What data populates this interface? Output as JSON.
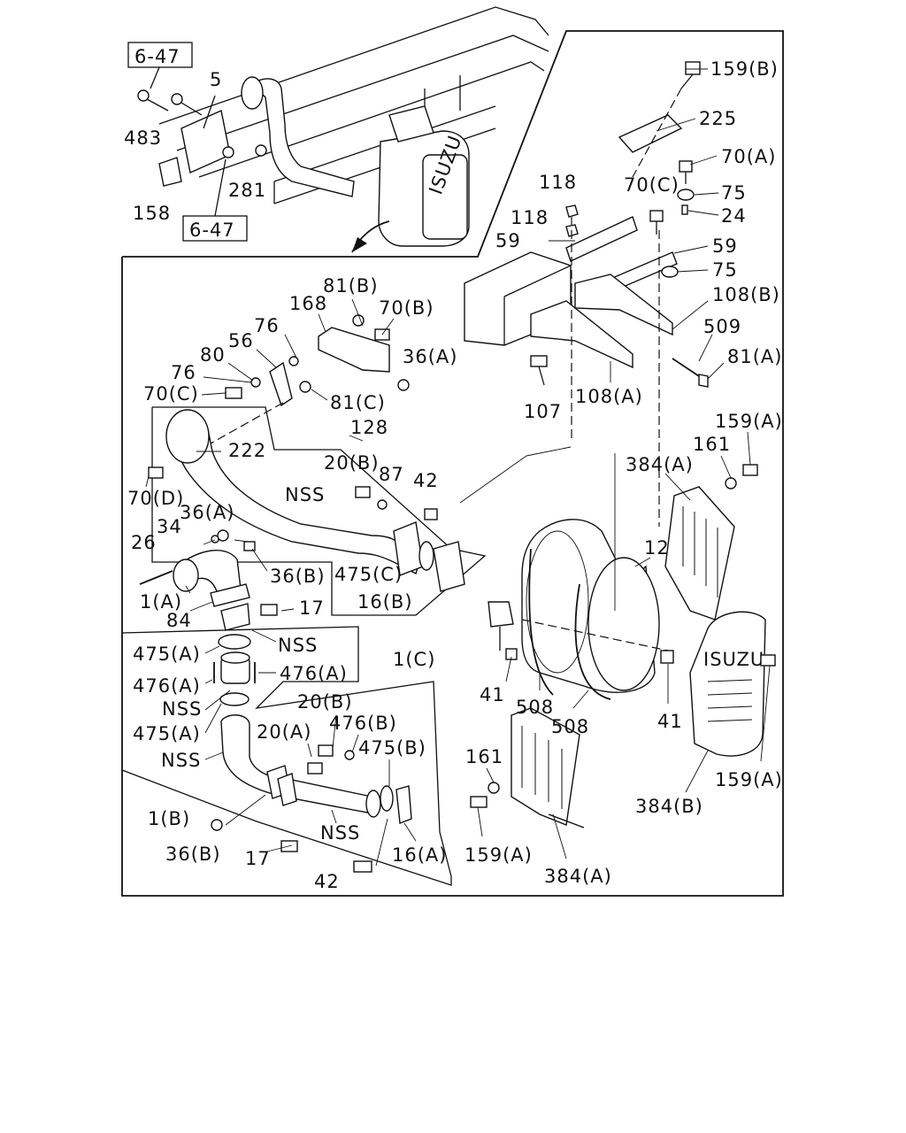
{
  "ref_boxes": [
    "6-47",
    "6-47"
  ],
  "callouts": {
    "p5": "5",
    "p483": "483",
    "p281": "281",
    "p158": "158",
    "p159b": "159(B)",
    "p225": "225",
    "p70a": "70(A)",
    "p75a": "75",
    "p24": "24",
    "p118a": "118",
    "p118b": "118",
    "p70c_top": "70(C)",
    "p59a": "59",
    "p59b": "59",
    "p75b": "75",
    "p108b": "108(B)",
    "p509": "509",
    "p81a": "81(A)",
    "p107": "107",
    "p108a": "108(A)",
    "p81b": "81(B)",
    "p70b": "70(B)",
    "p168": "168",
    "p76a": "76",
    "p56": "56",
    "p36a_top": "36(A)",
    "p80": "80",
    "p76b": "76",
    "p70c_left": "70(C)",
    "p81c": "81(C)",
    "p128": "128",
    "p222": "222",
    "p159a_top": "159(A)",
    "p161_top": "161",
    "p384a_top": "384(A)",
    "p20b_top": "20(B)",
    "p87": "87",
    "p42_top": "42",
    "p70d": "70(D)",
    "pnss1": "NSS",
    "p36a_left": "36(A)",
    "p34": "34",
    "p26": "26",
    "p36b_mid": "36(B)",
    "p475c": "475(C)",
    "p12": "12",
    "p1a": "1(A)",
    "p16b": "16(B)",
    "p84": "84",
    "p17_mid": "17",
    "pnss2": "NSS",
    "p475a_1": "475(A)",
    "p476a_r": "476(A)",
    "p1c": "1(C)",
    "p476a_l": "476(A)",
    "p41_left": "41",
    "pnss3": "NSS",
    "p20b_low": "20(B)",
    "p476b": "476(B)",
    "p475a_2": "475(A)",
    "p20a": "20(A)",
    "p475b": "475(B)",
    "p508a": "508",
    "p508b": "508",
    "p41_right": "41",
    "pnss4": "NSS",
    "p161_low": "161",
    "p159a_right": "159(A)",
    "p1b": "1(B)",
    "pnss5": "NSS",
    "p384b": "384(B)",
    "p36b_low": "36(B)",
    "p17_low": "17",
    "p16a": "16(A)",
    "p159a_low": "159(A)",
    "p42_low": "42",
    "p384a_low": "384(A)"
  }
}
